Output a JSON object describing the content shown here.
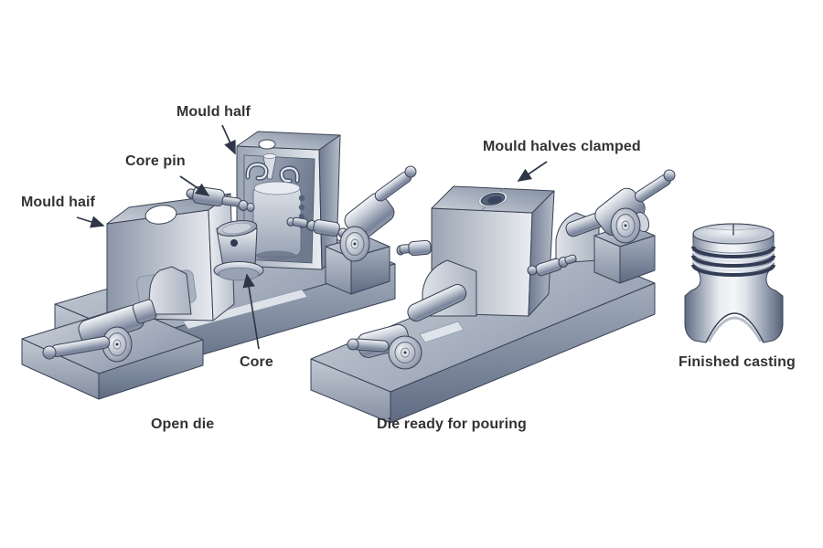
{
  "figure": {
    "stage_open_die": {
      "caption": "Open die",
      "labels": {
        "mould_half": "Mould half",
        "core_pin": "Core pin",
        "mould_haif": "Mould haif",
        "core": "Core"
      }
    },
    "stage_clamped": {
      "caption": "Die ready for pouring",
      "labels": {
        "mould_halves_clamped": "Mould halves clamped"
      }
    },
    "stage_finished": {
      "caption": "Finished casting"
    }
  },
  "colors": {
    "background": "#ffffff",
    "label_text": "#333333",
    "arrow": "#2f3747",
    "metal_outline": "#3a4254",
    "metal_light": "#eef0f3",
    "metal_mid": "#aab3c1",
    "metal_dark": "#5f6b82"
  }
}
